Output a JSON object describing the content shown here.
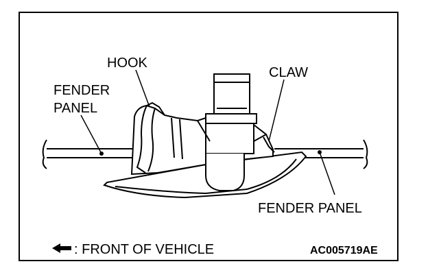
{
  "labels": {
    "hook": "HOOK",
    "claw": "CLAW",
    "fender_panel_left_line1": "FENDER",
    "fender_panel_left_line2": "PANEL",
    "fender_panel_right": "FENDER PANEL"
  },
  "legend": {
    "arrow_icon": "left-arrow-icon",
    "text": ": FRONT OF VEHICLE"
  },
  "figure_code": "AC005719AE",
  "colors": {
    "line": "#000000",
    "background": "#ffffff"
  }
}
